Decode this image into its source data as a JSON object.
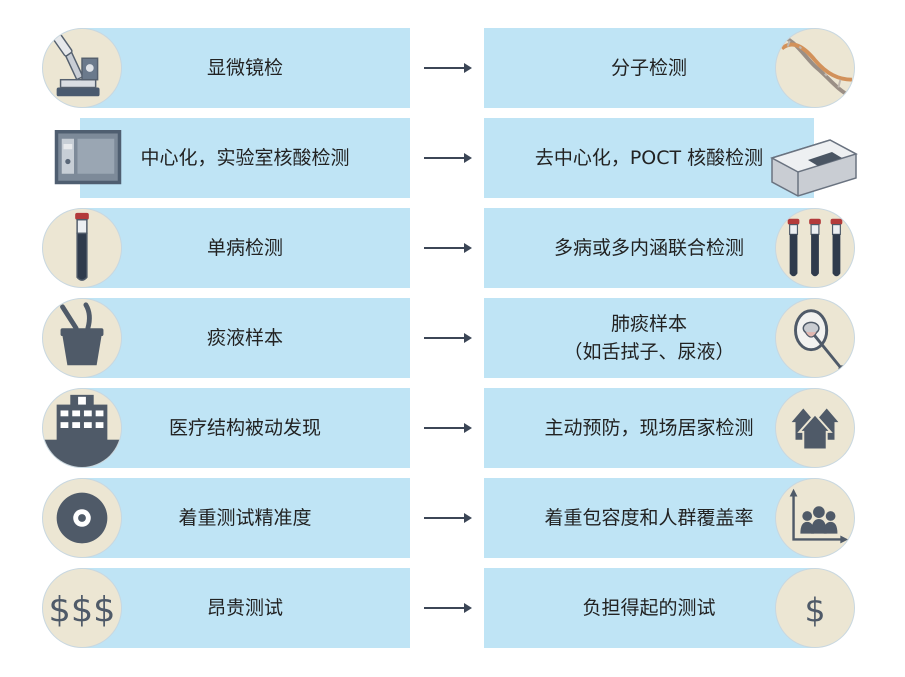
{
  "rows": [
    {
      "left": {
        "lines": [
          "显微镜检"
        ],
        "icon": "microscope-icon"
      },
      "right": {
        "lines": [
          "分子检测"
        ],
        "icon": "dna-icon"
      }
    },
    {
      "left": {
        "lines": [
          "中心化，实验室核酸检测"
        ],
        "icon": "lab-analyzer-icon"
      },
      "right": {
        "lines": [
          "去中心化，POCT 核酸检测"
        ],
        "icon": "portable-device-icon"
      }
    },
    {
      "left": {
        "lines": [
          "单病检测"
        ],
        "icon": "test-tube-icon"
      },
      "right": {
        "lines": [
          "多病或多内涵联合检测"
        ],
        "icon": "multiple-test-tubes-icon"
      }
    },
    {
      "left": {
        "lines": [
          "痰液样本"
        ],
        "icon": "sputum-cup-icon"
      },
      "right": {
        "lines": [
          "肺痰样本",
          "（如舌拭子、尿液）"
        ],
        "icon": "tongue-swab-icon"
      }
    },
    {
      "left": {
        "lines": [
          "医疗结构被动发现"
        ],
        "icon": "hospital-icon"
      },
      "right": {
        "lines": [
          "主动预防，现场居家检测"
        ],
        "icon": "houses-icon"
      }
    },
    {
      "left": {
        "lines": [
          "着重测试精准度"
        ],
        "icon": "target-disc-icon"
      },
      "right": {
        "lines": [
          "着重包容度和人群覆盖率"
        ],
        "icon": "population-chart-icon"
      }
    },
    {
      "left": {
        "lines": [
          "昂贵测试"
        ],
        "icon": "triple-dollar-icon"
      },
      "right": {
        "lines": [
          "负担得起的测试"
        ],
        "icon": "dollar-icon"
      }
    }
  ]
}
